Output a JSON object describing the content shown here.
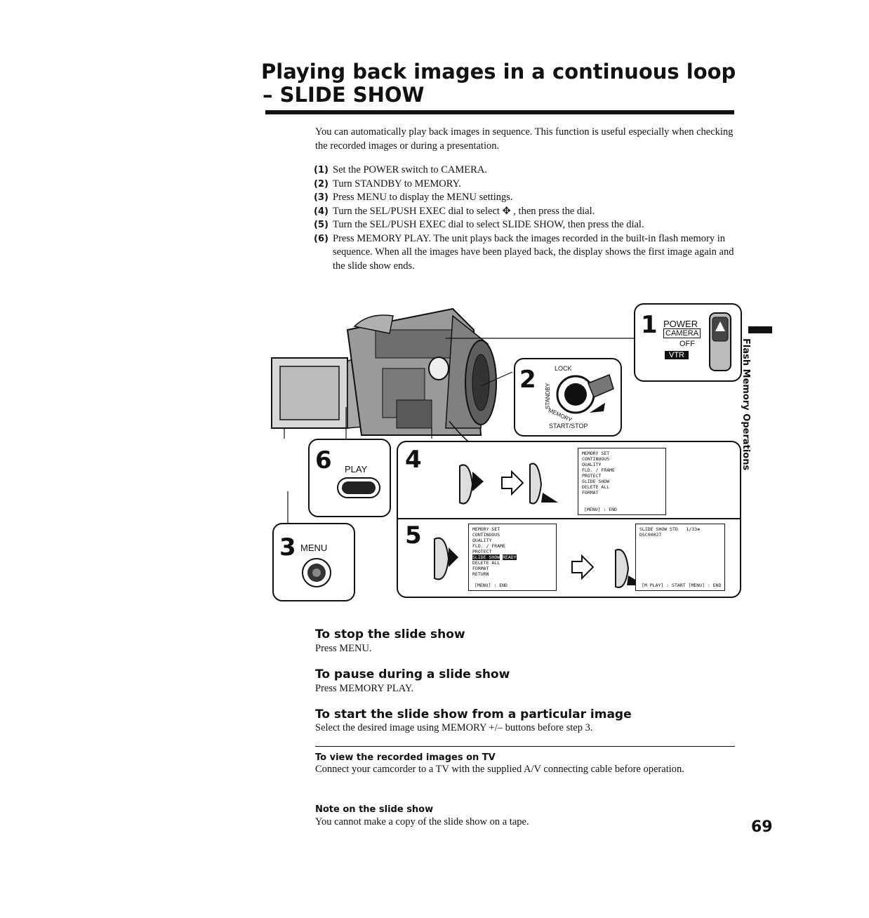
{
  "title": {
    "line1": "Playing back images in a continuous loop",
    "line2": "– SLIDE SHOW"
  },
  "intro": "You can automatically play back images in sequence. This function is useful especially when checking the recorded images or during a presentation.",
  "steps": [
    {
      "num": "(1)",
      "text": "Set the POWER switch to CAMERA."
    },
    {
      "num": "(2)",
      "text": "Turn STANDBY to MEMORY."
    },
    {
      "num": "(3)",
      "text": "Press MENU to display the MENU settings."
    },
    {
      "num": "(4)",
      "text": "Turn the SEL/PUSH EXEC dial to select ✥ , then press the dial."
    },
    {
      "num": "(5)",
      "text": "Turn the SEL/PUSH EXEC dial to select SLIDE SHOW, then press the dial."
    },
    {
      "num": "(6)",
      "text": "Press MEMORY PLAY. The unit plays back the images recorded in the built-in flash memory in sequence. When all the images have been played back, the display shows the first image again and the slide show ends."
    }
  ],
  "illustration": {
    "step1": {
      "num": "1",
      "power": "POWER",
      "camera": "CAMERA",
      "off": "OFF",
      "vtr": "VTR"
    },
    "step2": {
      "num": "2",
      "lock": "LOCK",
      "standby": "STANDBY",
      "memory": "MEMORY",
      "start_stop": "START/STOP"
    },
    "step3": {
      "num": "3",
      "label": "MENU"
    },
    "step4": {
      "num": "4",
      "menu": [
        "MEMORY SET",
        "CONTINUOUS",
        "QUALITY",
        "FLD. / FRAME",
        "PROTECT",
        "SLIDE SHOW",
        "DELETE ALL",
        "FORMAT"
      ],
      "footer": "[MENU] : END"
    },
    "step5": {
      "num": "5",
      "menu": [
        "MEMORY SET",
        "CONTINUOUS",
        "QUALITY",
        "FLD. / FRAME",
        "PROTECT",
        "SLIDE SHOW",
        "DELETE ALL",
        "FORMAT",
        "RETURN"
      ],
      "ready": "READY",
      "footer": "[MENU] : END",
      "screen_top_left": "SLIDE SHOW STD",
      "screen_top_right": "1/33✥",
      "screen_file": "DSC00027",
      "screen_footer": "[M PLAY] : START [MENU] : END"
    },
    "step6": {
      "num": "6",
      "label": "PLAY"
    }
  },
  "sections": [
    {
      "heading": "To stop the slide show",
      "text": "Press MENU."
    },
    {
      "heading": "To pause during a slide show",
      "text": "Press MEMORY PLAY."
    },
    {
      "heading": "To start the slide show from a particular image",
      "text": "Select the desired image using MEMORY +/– buttons before step 3."
    }
  ],
  "notes": [
    {
      "heading": "To view the recorded images on TV",
      "text": "Connect your camcorder to a TV with the supplied A/V connecting cable before operation."
    },
    {
      "heading": "Note on the slide show",
      "text": "You cannot make a copy of the slide show on a tape."
    }
  ],
  "sidebar": "Flash Memory Operations",
  "page_number": "69"
}
